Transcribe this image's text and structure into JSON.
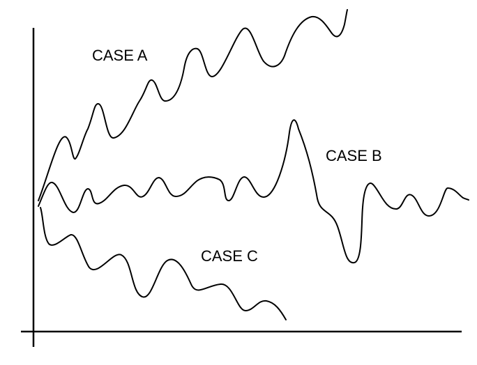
{
  "labels": {
    "case_a": "CASE A",
    "case_b": "CASE B",
    "case_c": "CASE C"
  },
  "colors": {
    "ink": "#000000",
    "background": "#ffffff"
  }
}
